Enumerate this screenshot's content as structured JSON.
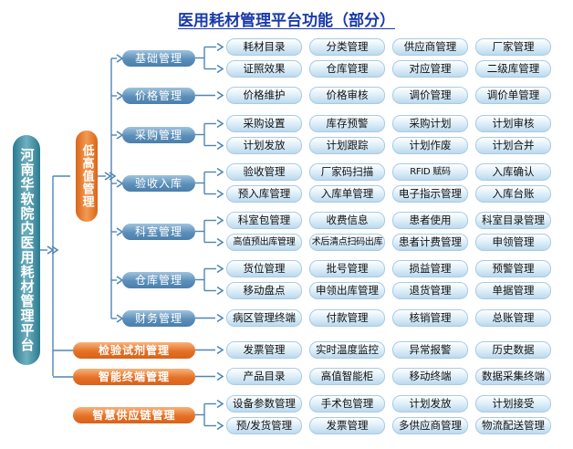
{
  "title": "医用耗材管理平台功能（部分）",
  "root": "河南华软院内医用耗材管理平台",
  "low_value": "低高值管理",
  "rows": [
    {
      "category": "基础管理",
      "orange": false,
      "items": [
        [
          "耗材目录",
          "分类管理",
          "供应商管理",
          "厂家管理"
        ],
        [
          "证照效果",
          "仓库管理",
          "对应管理",
          "二级库管理"
        ]
      ]
    },
    {
      "category": "价格管理",
      "orange": false,
      "items": [
        [
          "价格维护",
          "价格审核",
          "调价管理",
          "调价单管理"
        ]
      ]
    },
    {
      "category": "采购管理",
      "orange": false,
      "items": [
        [
          "采购设置",
          "库存预警",
          "采购计划",
          "计划审核"
        ],
        [
          "计划发放",
          "计划跟踪",
          "计划作废",
          "计划合并"
        ]
      ]
    },
    {
      "category": "验收入库",
      "orange": false,
      "items": [
        [
          "验收管理",
          "厂家码扫描",
          "RFID 赋码",
          "入库确认"
        ],
        [
          "预入库管理",
          "入库单管理",
          "电子指示管理",
          "入库台账"
        ]
      ]
    },
    {
      "category": "科室管理",
      "orange": false,
      "items": [
        [
          "科室包管理",
          "收费信息",
          "患者使用",
          "科室目录管理"
        ],
        [
          "高值预出库管理",
          "术后清点扫码出库",
          "患者计费管理",
          "申领管理"
        ]
      ]
    },
    {
      "category": "仓库管理",
      "orange": false,
      "items": [
        [
          "货位管理",
          "批号管理",
          "损益管理",
          "预警管理"
        ],
        [
          "移动盘点",
          "申领出库管理",
          "退货管理",
          "单据管理"
        ]
      ]
    },
    {
      "category": "财务管理",
      "orange": false,
      "items": [
        [
          "病区管理终端",
          "付款管理",
          "核销管理",
          "总账管理"
        ]
      ]
    },
    {
      "category": "检验试剂管理",
      "orange": true,
      "items": [
        [
          "发票管理",
          "实时温度监控",
          "异常报警",
          "历史数据"
        ]
      ]
    },
    {
      "category": "智能终端管理",
      "orange": true,
      "items": [
        [
          "产品目录",
          "高值智能柜",
          "移动终端",
          "数据采集终端"
        ]
      ]
    },
    {
      "category": "智慧供应链管理",
      "orange": true,
      "items": [
        [
          "设备参数管理",
          "手术包管理",
          "计划发放",
          "计划接受"
        ],
        [
          "预/发货管理",
          "发票管理",
          "多供应商管理",
          "物流配送管理"
        ]
      ]
    }
  ]
}
